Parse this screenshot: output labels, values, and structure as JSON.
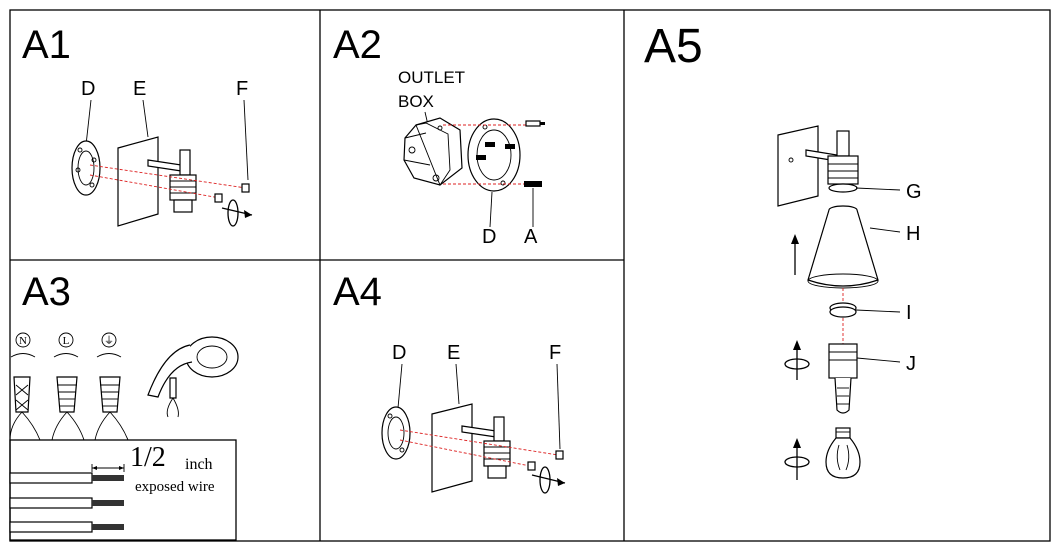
{
  "panels": {
    "a1": {
      "title": "A1",
      "labels": {
        "d": "D",
        "e": "E",
        "f": "F"
      }
    },
    "a2": {
      "title": "A2",
      "outlet_box": [
        "OUTLET",
        "BOX"
      ],
      "labels": {
        "d": "D",
        "a": "A"
      }
    },
    "a3": {
      "title": "A3",
      "wire_symbols": {
        "neutral": "N",
        "live": "L",
        "ground": "⏚"
      },
      "fraction": "1/2",
      "unit": "inch",
      "caption": "exposed wire"
    },
    "a4": {
      "title": "A4",
      "labels": {
        "d": "D",
        "e": "E",
        "f": "F"
      }
    },
    "a5": {
      "title": "A5",
      "labels": {
        "g": "G",
        "h": "H",
        "i": "I",
        "j": "J"
      }
    }
  }
}
